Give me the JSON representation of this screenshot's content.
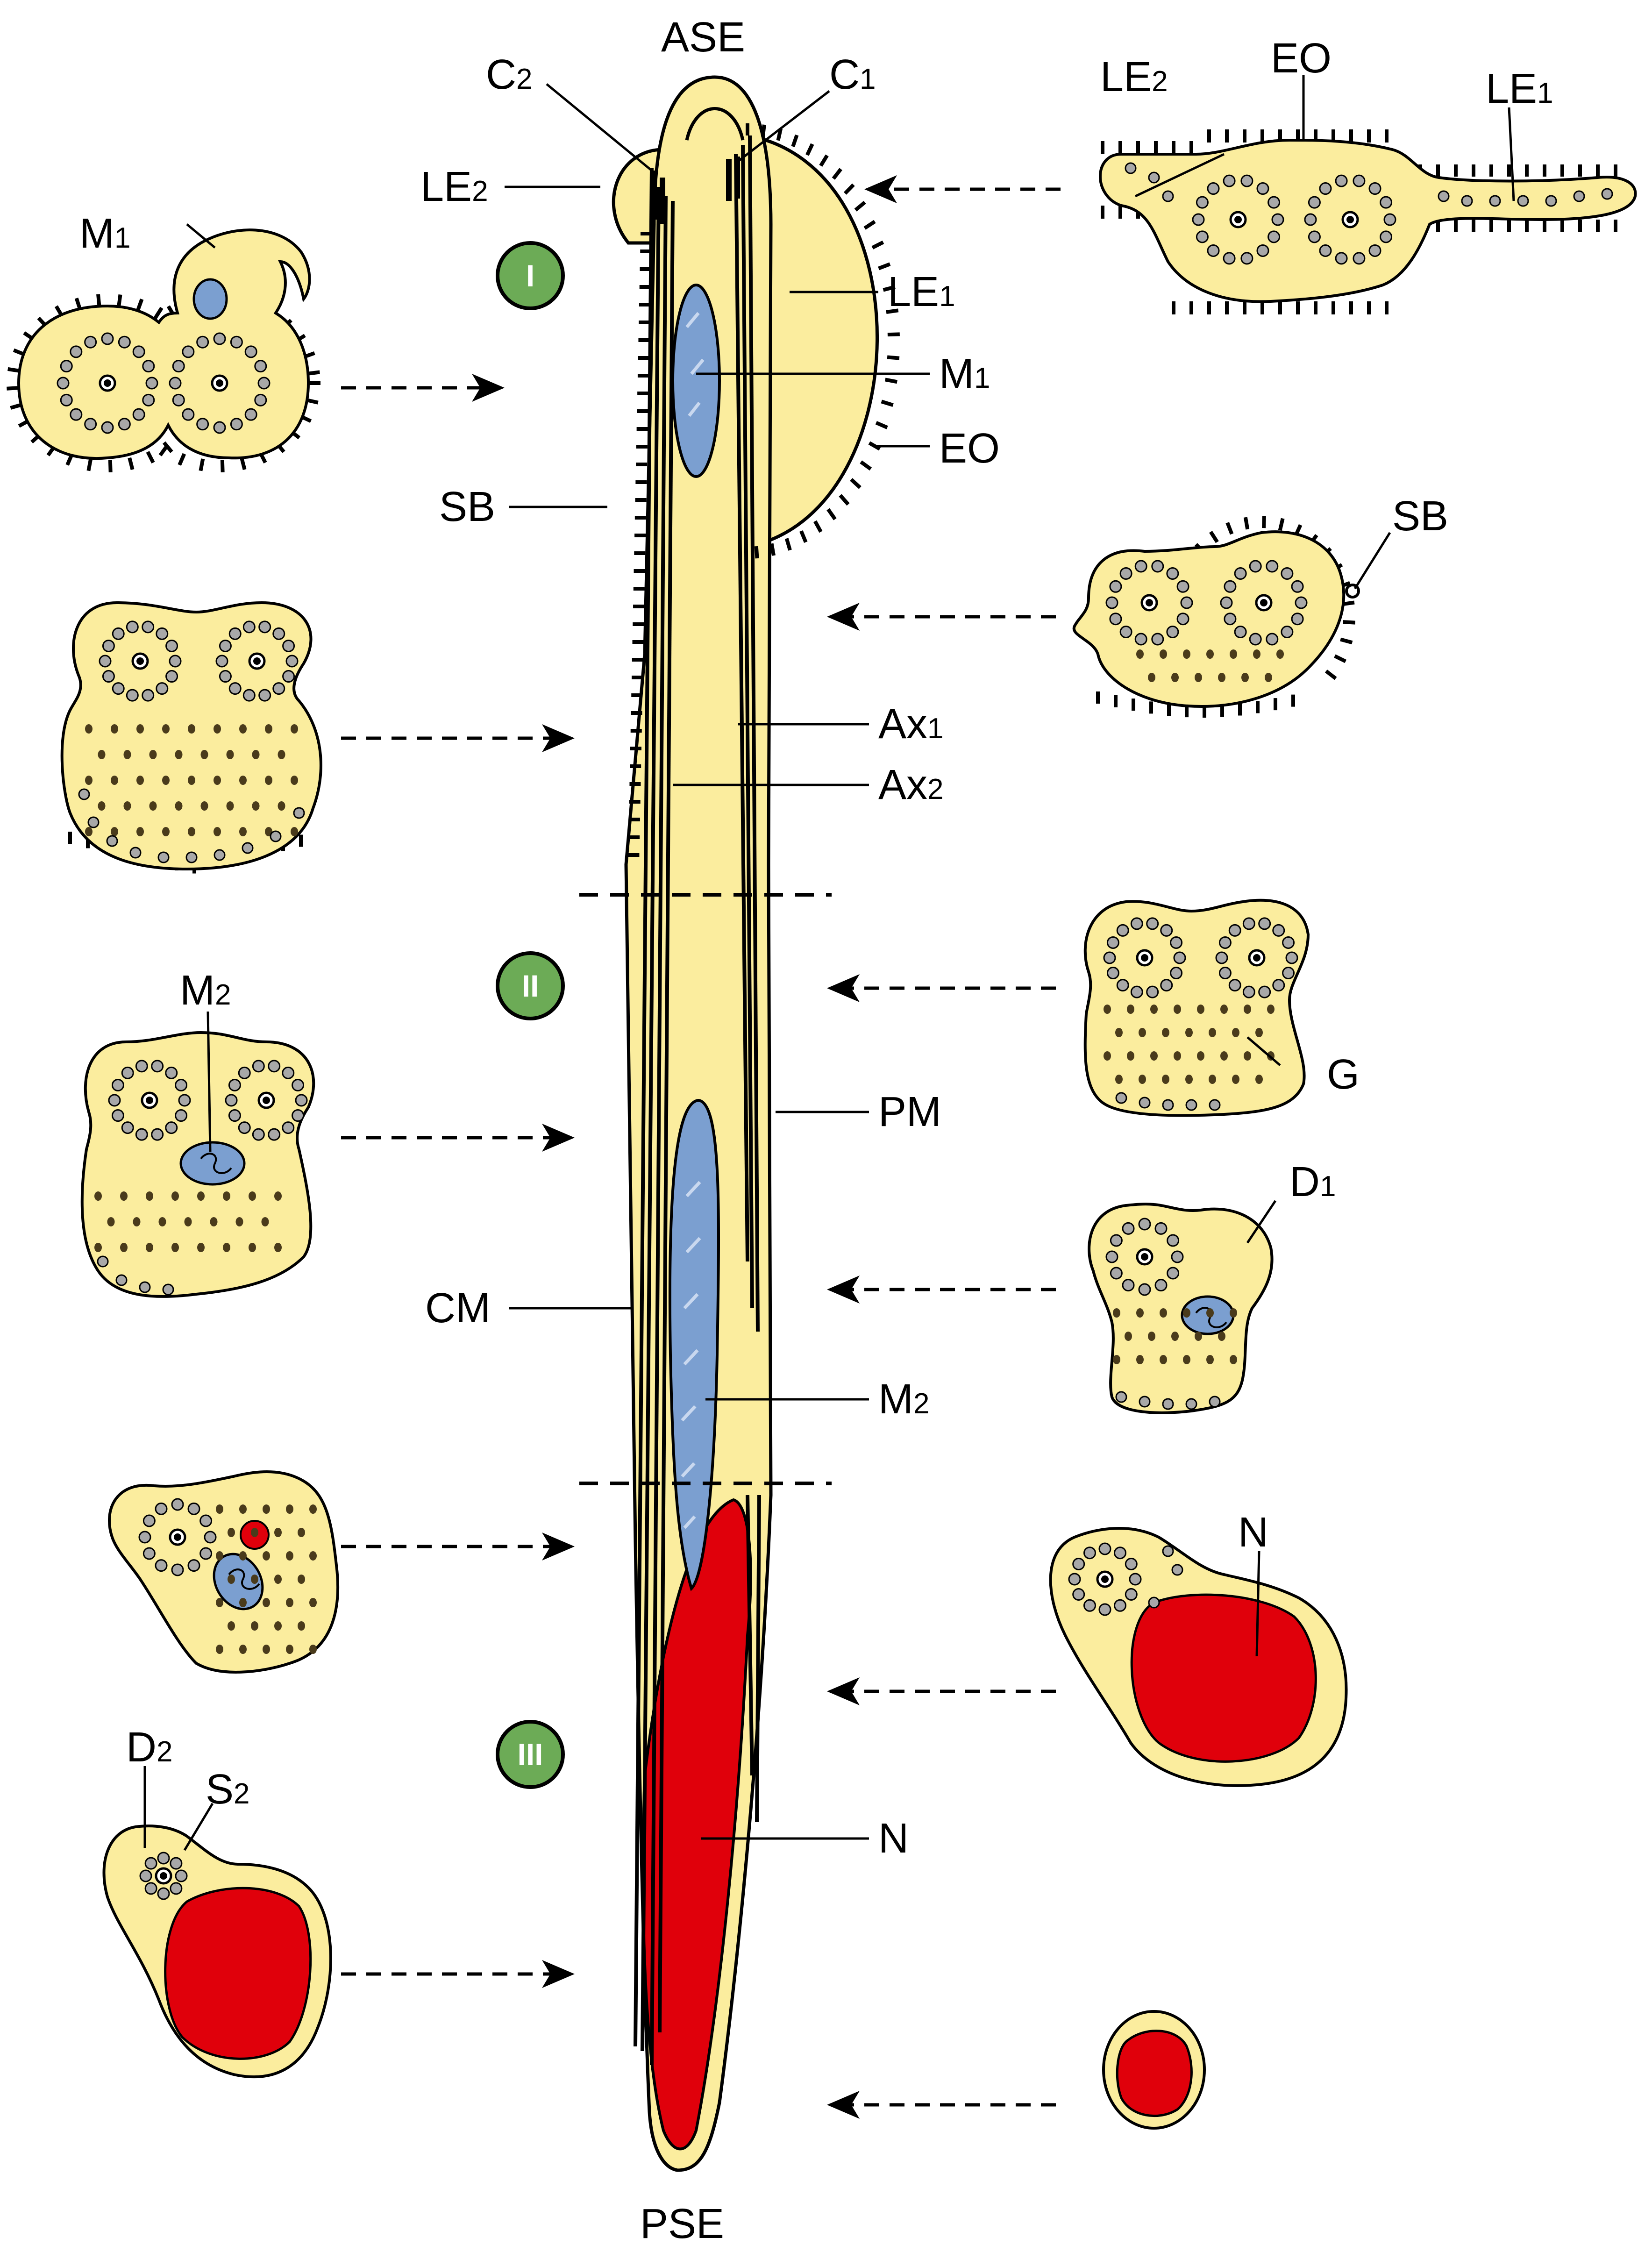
{
  "diagram": {
    "ends": {
      "anterior": "ASE",
      "posterior": "PSE"
    },
    "regions": [
      "I",
      "II",
      "III"
    ],
    "labels": {
      "c2": [
        "C",
        "2"
      ],
      "c1": [
        "C",
        "1"
      ],
      "le2": [
        "LE",
        "2"
      ],
      "le1": [
        "LE",
        "1"
      ],
      "eo": "EO",
      "m1": [
        "M",
        "1"
      ],
      "m2": [
        "M",
        "2"
      ],
      "sb": "SB",
      "ax1": [
        "Ax",
        "1"
      ],
      "ax2": [
        "Ax",
        "2"
      ],
      "pm": "PM",
      "cm": "CM",
      "n": "N",
      "g": "G",
      "d1": [
        "D",
        "1"
      ],
      "d2": [
        "D",
        "2"
      ],
      "s2": [
        "S",
        "2"
      ]
    },
    "colors": {
      "cytoplasm": "#FBED9E",
      "mitochondrion": "#7B9FD0",
      "nucleus": "#E0000B",
      "region_badge": "#6CAB56",
      "outline": "#000000"
    }
  }
}
